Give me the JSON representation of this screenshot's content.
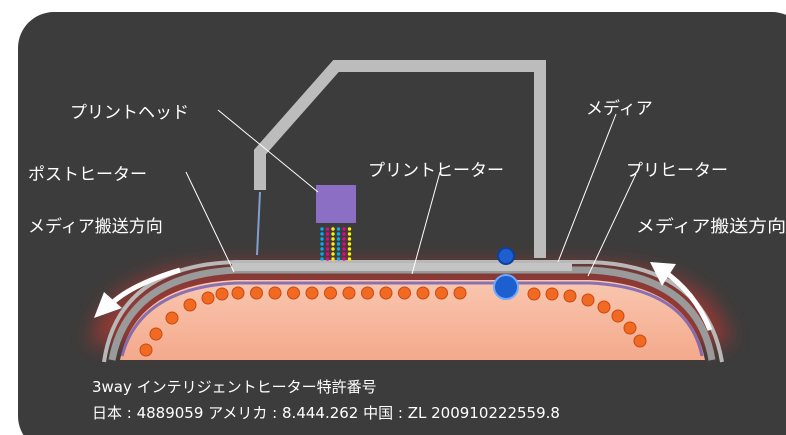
{
  "labels": {
    "print_head": "プリントヘッド",
    "post_heater": "ポストヒーター",
    "print_heater": "プリントヒーター",
    "media": "メディア",
    "pre_heater": "プリヒーター",
    "feed_direction_left": "メディア搬送方向",
    "feed_direction_right": "メディア搬送方向"
  },
  "footer": {
    "line1": "3way インテリジェントヒーター特許番号",
    "line2": "日本 : 4889059 アメリカ : 8.444.262 中国 : ZL 200910222559.8"
  },
  "colors": {
    "background": "#3c3c3c",
    "frame": "#bdbdbd",
    "heater_fill": "#f7b9a0",
    "heater_dot": "#f26a21",
    "head": "#8b6fc4",
    "roller": "#1e5fcf",
    "glow": "#e0413a",
    "label": "#ffffff"
  },
  "ink_colors": [
    "#00aeef",
    "#ec008c",
    "#fff200",
    "#00aeef",
    "#ec008c",
    "#fff200"
  ]
}
